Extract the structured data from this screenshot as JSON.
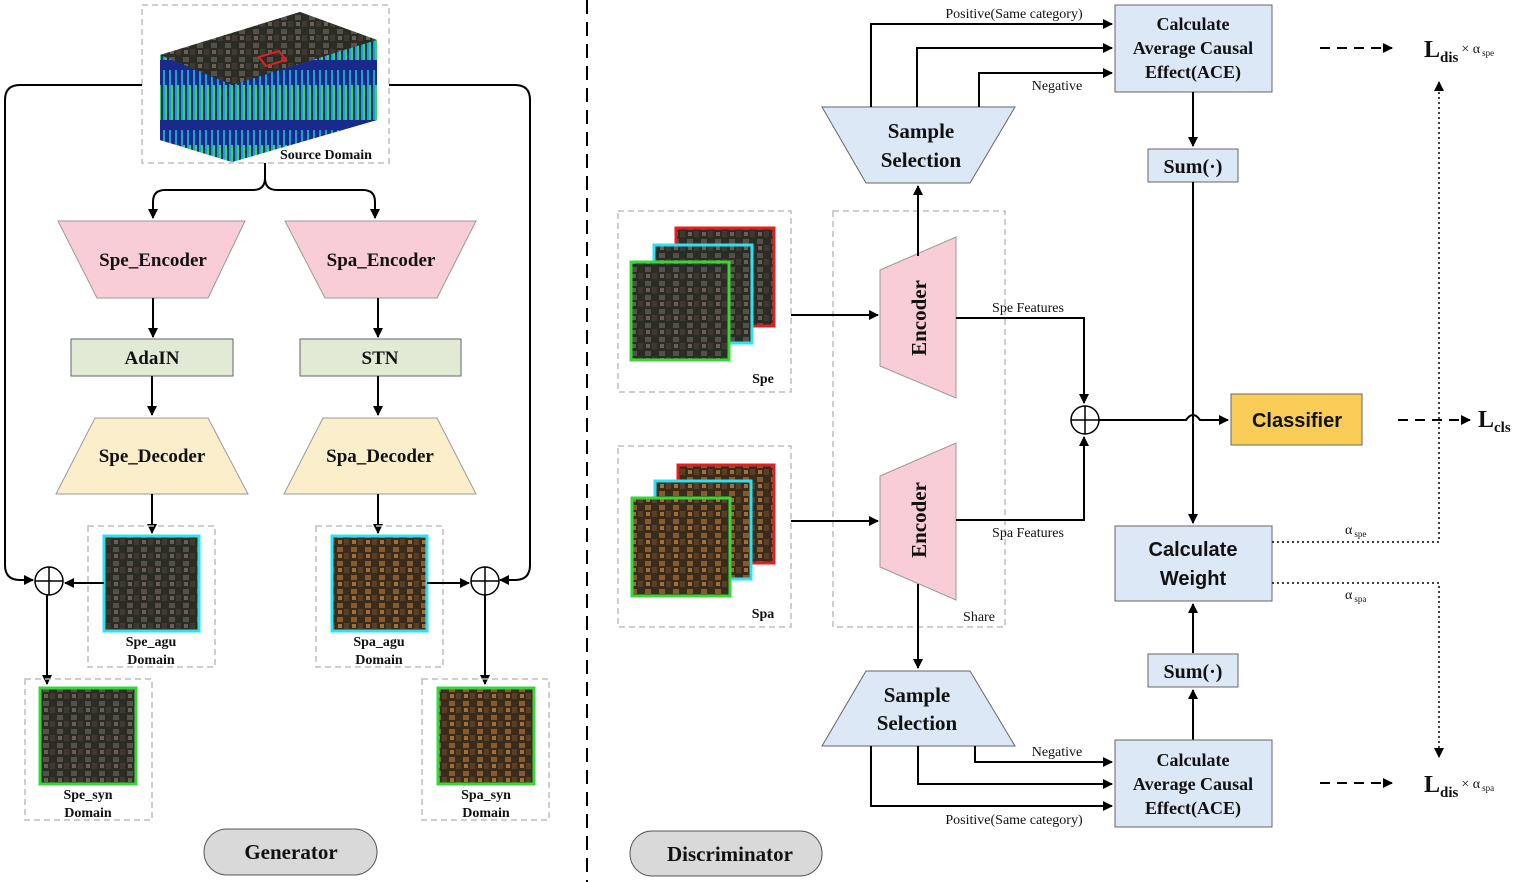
{
  "generator": {
    "source_label": "Source Domain",
    "spe_encoder": "Spe_Encoder",
    "spa_encoder": "Spa_Encoder",
    "adain": "AdaIN",
    "stn": "STN",
    "spe_decoder": "Spe_Decoder",
    "spa_decoder": "Spa_Decoder",
    "spe_agu": [
      "Spe_agu",
      "Domain"
    ],
    "spa_agu": [
      "Spa_agu",
      "Domain"
    ],
    "spe_syn": [
      "Spe_syn",
      "Domain"
    ],
    "spa_syn": [
      "Spa_syn",
      "Domain"
    ],
    "title": "Generator"
  },
  "discriminator": {
    "title": "Discriminator",
    "spe_label": "Spe",
    "spa_label": "Spa",
    "encoder": "Encoder",
    "share": "Share",
    "spe_features": "Spe Features",
    "spa_features": "Spa Features",
    "sample_selection": [
      "Sample",
      "Selection"
    ],
    "positive": "Positive(Same category)",
    "negative": "Negative",
    "ace": [
      "Calculate",
      "Average Causal",
      "Effect(ACE)"
    ],
    "sum": "Sum(·)",
    "calc_weight": [
      "Calculate",
      "Weight"
    ],
    "classifier": "Classifier",
    "alpha_spe": "α",
    "alpha_spe_sub": "spe",
    "alpha_spa": "α",
    "alpha_spa_sub": "spa",
    "loss_dis": "L",
    "loss_dis_sub": "dis",
    "times_alpha": "× α",
    "loss_cls": "L",
    "loss_cls_sub": "cls",
    "sub_spe": "spe",
    "sub_spa": "spa"
  },
  "colors": {
    "encoder_pink": "#f8cdd5",
    "norm_green": "#e2ead5",
    "decoder_yellow": "#fbefcb",
    "blue_box": "#dde8f6",
    "classifier_gold": "#f8cc57",
    "cyan": "#2fe0f0",
    "green": "#35d835",
    "red": "#e02020"
  }
}
